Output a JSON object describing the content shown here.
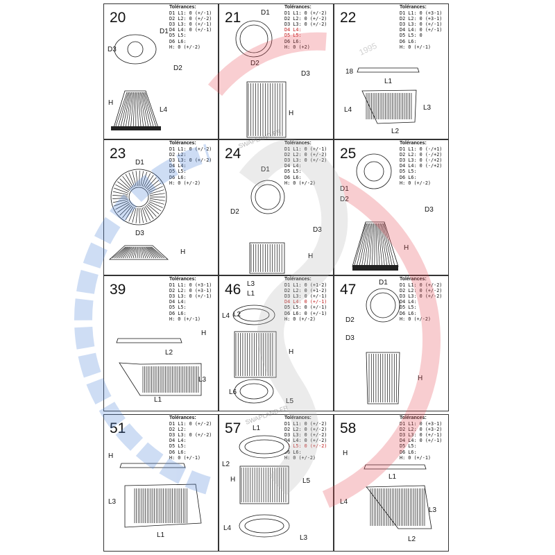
{
  "tolerance_header": "Tolérances:",
  "cells": [
    {
      "id": "20",
      "lines": [
        "D1 L1: 0 (+/-1)",
        "D2 L2: 0 (+/-2)",
        "D3 L3: 0 (+/-1)",
        "D4 L4: 0 (+/-1)",
        "D5 L5:",
        "D6 L6:",
        "H: 0 (+/-2)"
      ],
      "labels": [
        "D1",
        "D3",
        "D2",
        "H",
        "L4"
      ]
    },
    {
      "id": "21",
      "lines": [
        "D1 L1: 0 (+/-2)",
        "D2 L2: 0 (+/-2)",
        "D3 L3: 0 (+/-2)",
        "D4 L4:",
        "D5 L5:",
        "D6 L6:",
        "H: 0 (+2)"
      ],
      "labels": [
        "D1",
        "D2",
        "D3",
        "H"
      ]
    },
    {
      "id": "22",
      "lines": [
        "D1 L1: 0 (+3-1)",
        "D2 L2: 0 (+3-1)",
        "D3 L3: 0 (+/-1)",
        "D4 L4: 0 (+/-1)",
        "D5 L5: 0",
        "D6 L6:",
        "H: 0 (+/-1)"
      ],
      "labels": [
        "18",
        "L1",
        "L4",
        "L3",
        "L2"
      ]
    },
    {
      "id": "23",
      "lines": [
        "D1 L1: 0 (+/-2)",
        "D2 L2:",
        "D3 L3: 0 (+/-2)",
        "D4 L4:",
        "D5 L5:",
        "D6 L6:",
        "H: 0 (+/-2)"
      ],
      "labels": [
        "D1",
        "D3",
        "H"
      ]
    },
    {
      "id": "24",
      "lines": [
        "D1 L1: 0 (+/-1)",
        "D2 L2: 0 (+/-2)",
        "D3 L3: 0 (+/-2)",
        "D4 L4:",
        "D5 L5:",
        "D6 L6:",
        "H: 0 (+/-2)"
      ],
      "labels": [
        "D1",
        "D2",
        "D3",
        "H"
      ]
    },
    {
      "id": "25",
      "lines": [
        "D1 L1: 0 (-/+1)",
        "D2 L2: 0 (-/+2)",
        "D3 L3: 0 (-/+2)",
        "D4 L4: 0 (-/+2)",
        "D5 L5:",
        "D6 L6:",
        "H: 0 (+/-2)"
      ],
      "labels": [
        "D1",
        "D2",
        "D3",
        "H"
      ]
    },
    {
      "id": "39",
      "lines": [
        "D1 L1: 0 (+3-1)",
        "D2 L2: 0 (+3-1)",
        "D3 L3: 0 (+/-1)",
        "D4 L4:",
        "D5 L5:",
        "D6 L6:",
        "H: 0 (+/-1)"
      ],
      "labels": [
        "H",
        "L2",
        "L3",
        "L1"
      ]
    },
    {
      "id": "46",
      "lines": [
        "D1 L1: 0 (+1-2)",
        "D2 L2: 0 (+1-2)",
        "D3 L3: 0 (+/-1)",
        "D4 L4: 0 (+/-1)",
        "D5 L5: 0 (+/-1)",
        "D6 L6: 0 (+/-1)",
        "H: 0 (+/-2)"
      ],
      "labels": [
        "L3",
        "L1",
        "L4",
        "L2",
        "H",
        "L6",
        "L5"
      ]
    },
    {
      "id": "47",
      "lines": [
        "D1 L1: 0 (+/-2)",
        "D2 L2: 0 (+/-2)",
        "D3 L3: 0 (+/-2)",
        "D4 L4:",
        "D5 L5:",
        "D6 L6:",
        "H: 0 (+/-2)"
      ],
      "labels": [
        "D1",
        "D2",
        "D3",
        "H"
      ]
    },
    {
      "id": "51",
      "lines": [
        "D1 L1: 0 (+/-2)",
        "D2 L2:",
        "D3 L3: 0 (+/-2)",
        "D4 L4:",
        "D5 L5:",
        "D6 L6:",
        "H: 0 (+/-1)"
      ],
      "labels": [
        "H",
        "L3",
        "L1"
      ]
    },
    {
      "id": "57",
      "lines": [
        "D1 L1: 0 (+/-2)",
        "D2 L2: 0 (+/-2)",
        "D3 L3: 0 (+/-2)",
        "D4 L4: 0 (+/-2)",
        "D5 L5: 0 (+/-2)",
        "D6 L6:",
        "H: 0 (+/-2)"
      ],
      "labels": [
        "L1",
        "L2",
        "H",
        "L5",
        "L4",
        "L3"
      ]
    },
    {
      "id": "58",
      "lines": [
        "D1 L1: 0 (+3-1)",
        "D2 L2: 0 (+3-2)",
        "D3 L3: 0 (+/-1)",
        "D4 L4: 0 (+/-1)",
        "D5 L5:",
        "D6 L6:",
        "H: 0 (+/-1)"
      ],
      "labels": [
        "H",
        "L1",
        "L4",
        "L3",
        "L2"
      ]
    }
  ],
  "watermark": {
    "text": "SWAPLAND.FR",
    "year": "1995",
    "colors": {
      "red": "#e8505a",
      "blue": "#4f86d9",
      "gray": "#b8b8b8"
    }
  }
}
